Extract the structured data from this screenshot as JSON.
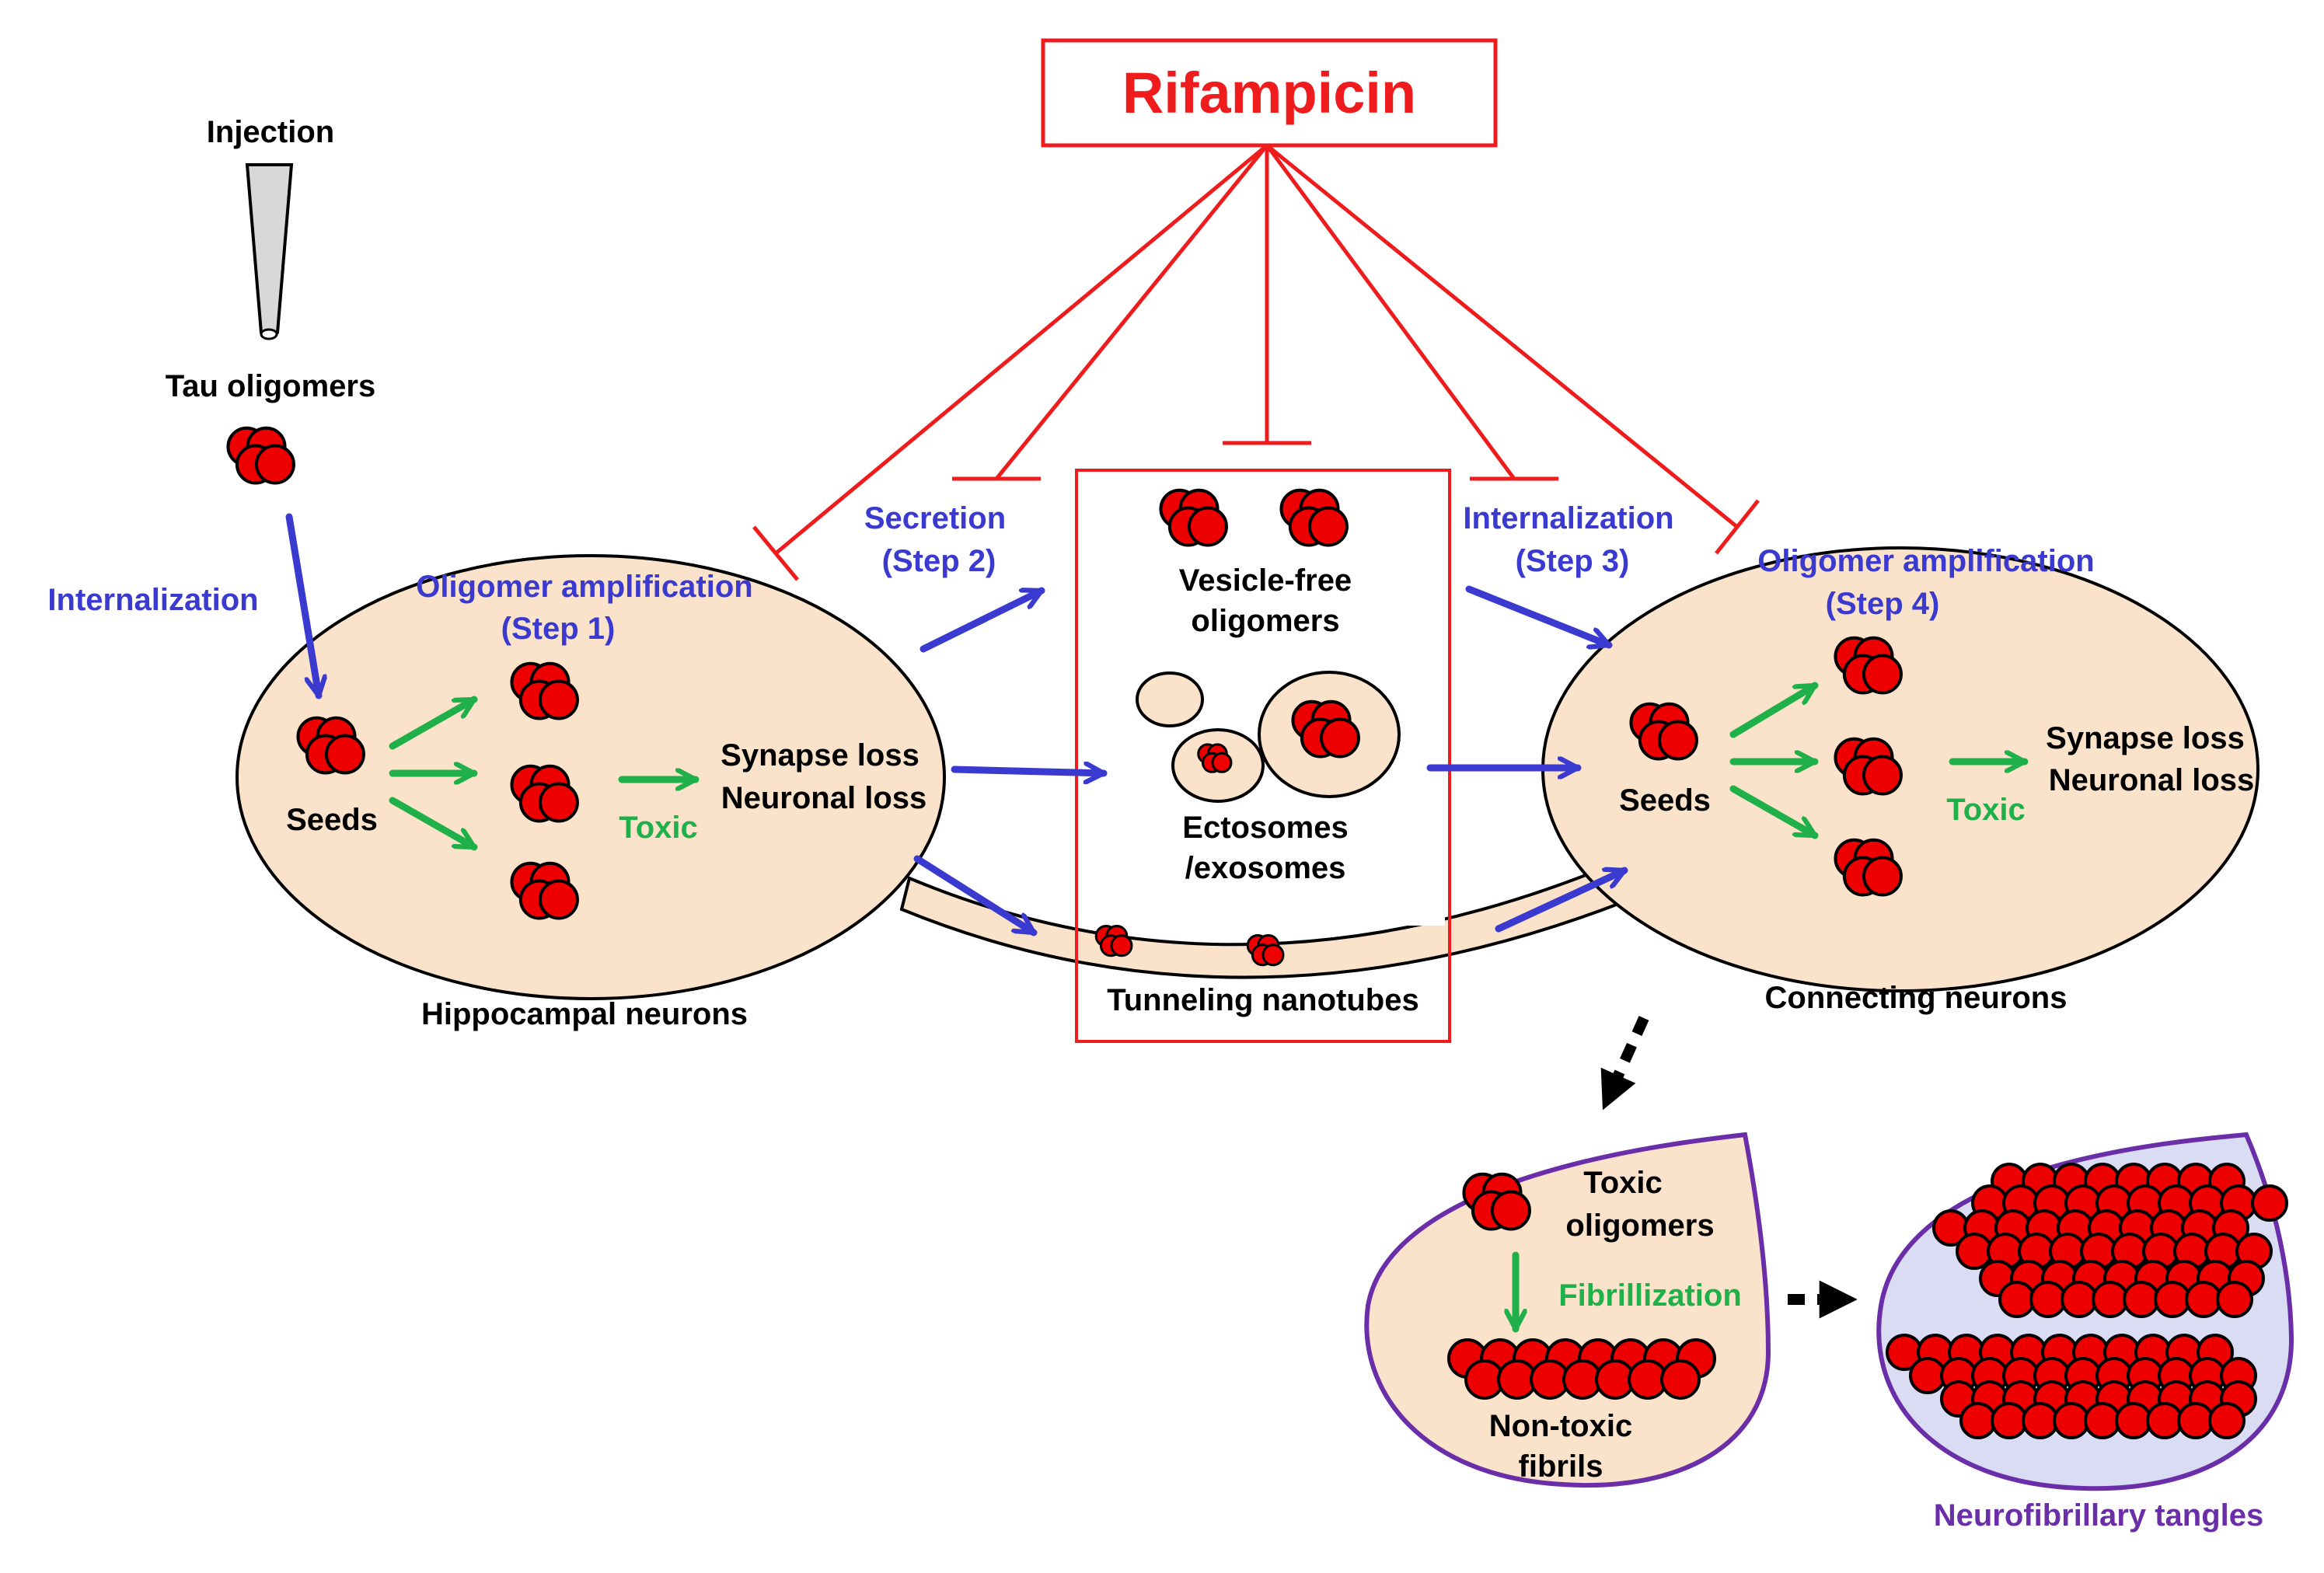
{
  "title": "Rifampicin",
  "labels": {
    "injection": "Injection",
    "tau_oligomers": "Tau oligomers",
    "internalization_left": "Internalization",
    "amplification_step1_line1": "Oligomer amplification",
    "amplification_step1_line2": "(Step 1)",
    "seeds_left": "Seeds",
    "toxic_left": "Toxic",
    "synapse_loss_left": "Synapse loss",
    "neuronal_loss_left": "Neuronal loss",
    "hippocampal_neurons": "Hippocampal neurons",
    "secretion_line1": "Secretion",
    "secretion_line2": "(Step 2)",
    "vesicle_free_line1": "Vesicle-free",
    "vesicle_free_line2": "oligomers",
    "ectosomes_line1": "Ectosomes",
    "ectosomes_line2": "/exosomes",
    "tunneling_nanotubes": "Tunneling nanotubes",
    "internalization_step3_line1": "Internalization",
    "internalization_step3_line2": "(Step 3)",
    "amplification_step4_line1": "Oligomer amplification",
    "amplification_step4_line2": "(Step 4)",
    "seeds_right": "Seeds",
    "toxic_right": "Toxic",
    "synapse_loss_right": "Synapse loss",
    "neuronal_loss_right": "Neuronal loss",
    "connecting_neurons": "Connecting neurons",
    "toxic_oligomers_line1": "Toxic",
    "toxic_oligomers_line2": "oligomers",
    "fibrillization": "Fibrillization",
    "non_toxic_line1": "Non-toxic",
    "non_toxic_line2": "fibrils",
    "neurofibrillary_tangles": "Neurofibrillary tangles"
  },
  "colors": {
    "red": "#ee1c1c",
    "blue": "#3a3ad0",
    "green": "#1fb04a",
    "purple": "#6a2fa8",
    "cell_fill": "#fbe3cb",
    "tangle_fill": "#d9dcf3",
    "oligomer": "#ee0000"
  }
}
